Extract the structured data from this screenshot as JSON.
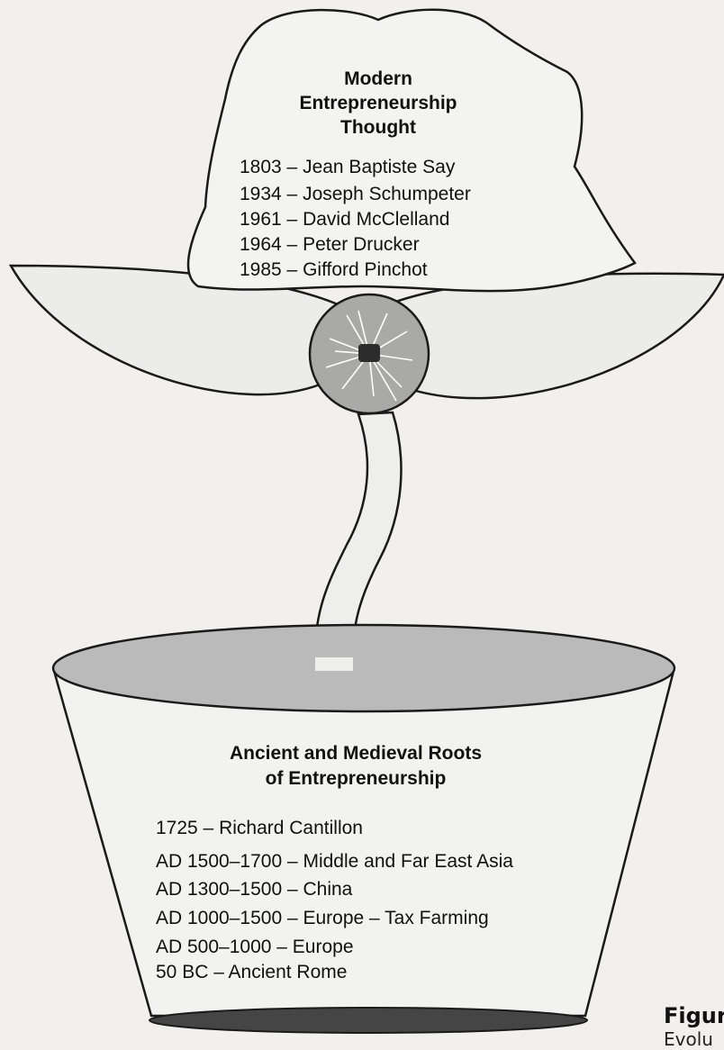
{
  "flower": {
    "title_lines": [
      "Modern",
      "Entrepreneurship",
      "Thought"
    ],
    "entries": [
      "1803 – Jean Baptiste Say",
      "1934 – Joseph Schumpeter",
      "1961 – David McClelland",
      "1964 – Peter Drucker",
      "1985 – Gifford Pinchot"
    ]
  },
  "pot": {
    "title_lines": [
      "Ancient and Medieval Roots",
      "of Entrepreneurship"
    ],
    "entries": [
      "1725 – Richard Cantillon",
      "AD 1500–1700 – Middle and Far East Asia",
      "AD 1300–1500 – China",
      "AD 1000–1500 – Europe – Tax Farming",
      "AD 500–1000 – Europe",
      "50 BC – Ancient Rome"
    ]
  },
  "figure": {
    "label": "Figur",
    "caption": "Evolu"
  },
  "colors": {
    "petal_fill": "#f3f3f1",
    "center_fill": "#a9a9a7",
    "pot_inner_fill": "#b9b9b7",
    "pot_base": "#454545",
    "outline": "#1a1a1a"
  }
}
